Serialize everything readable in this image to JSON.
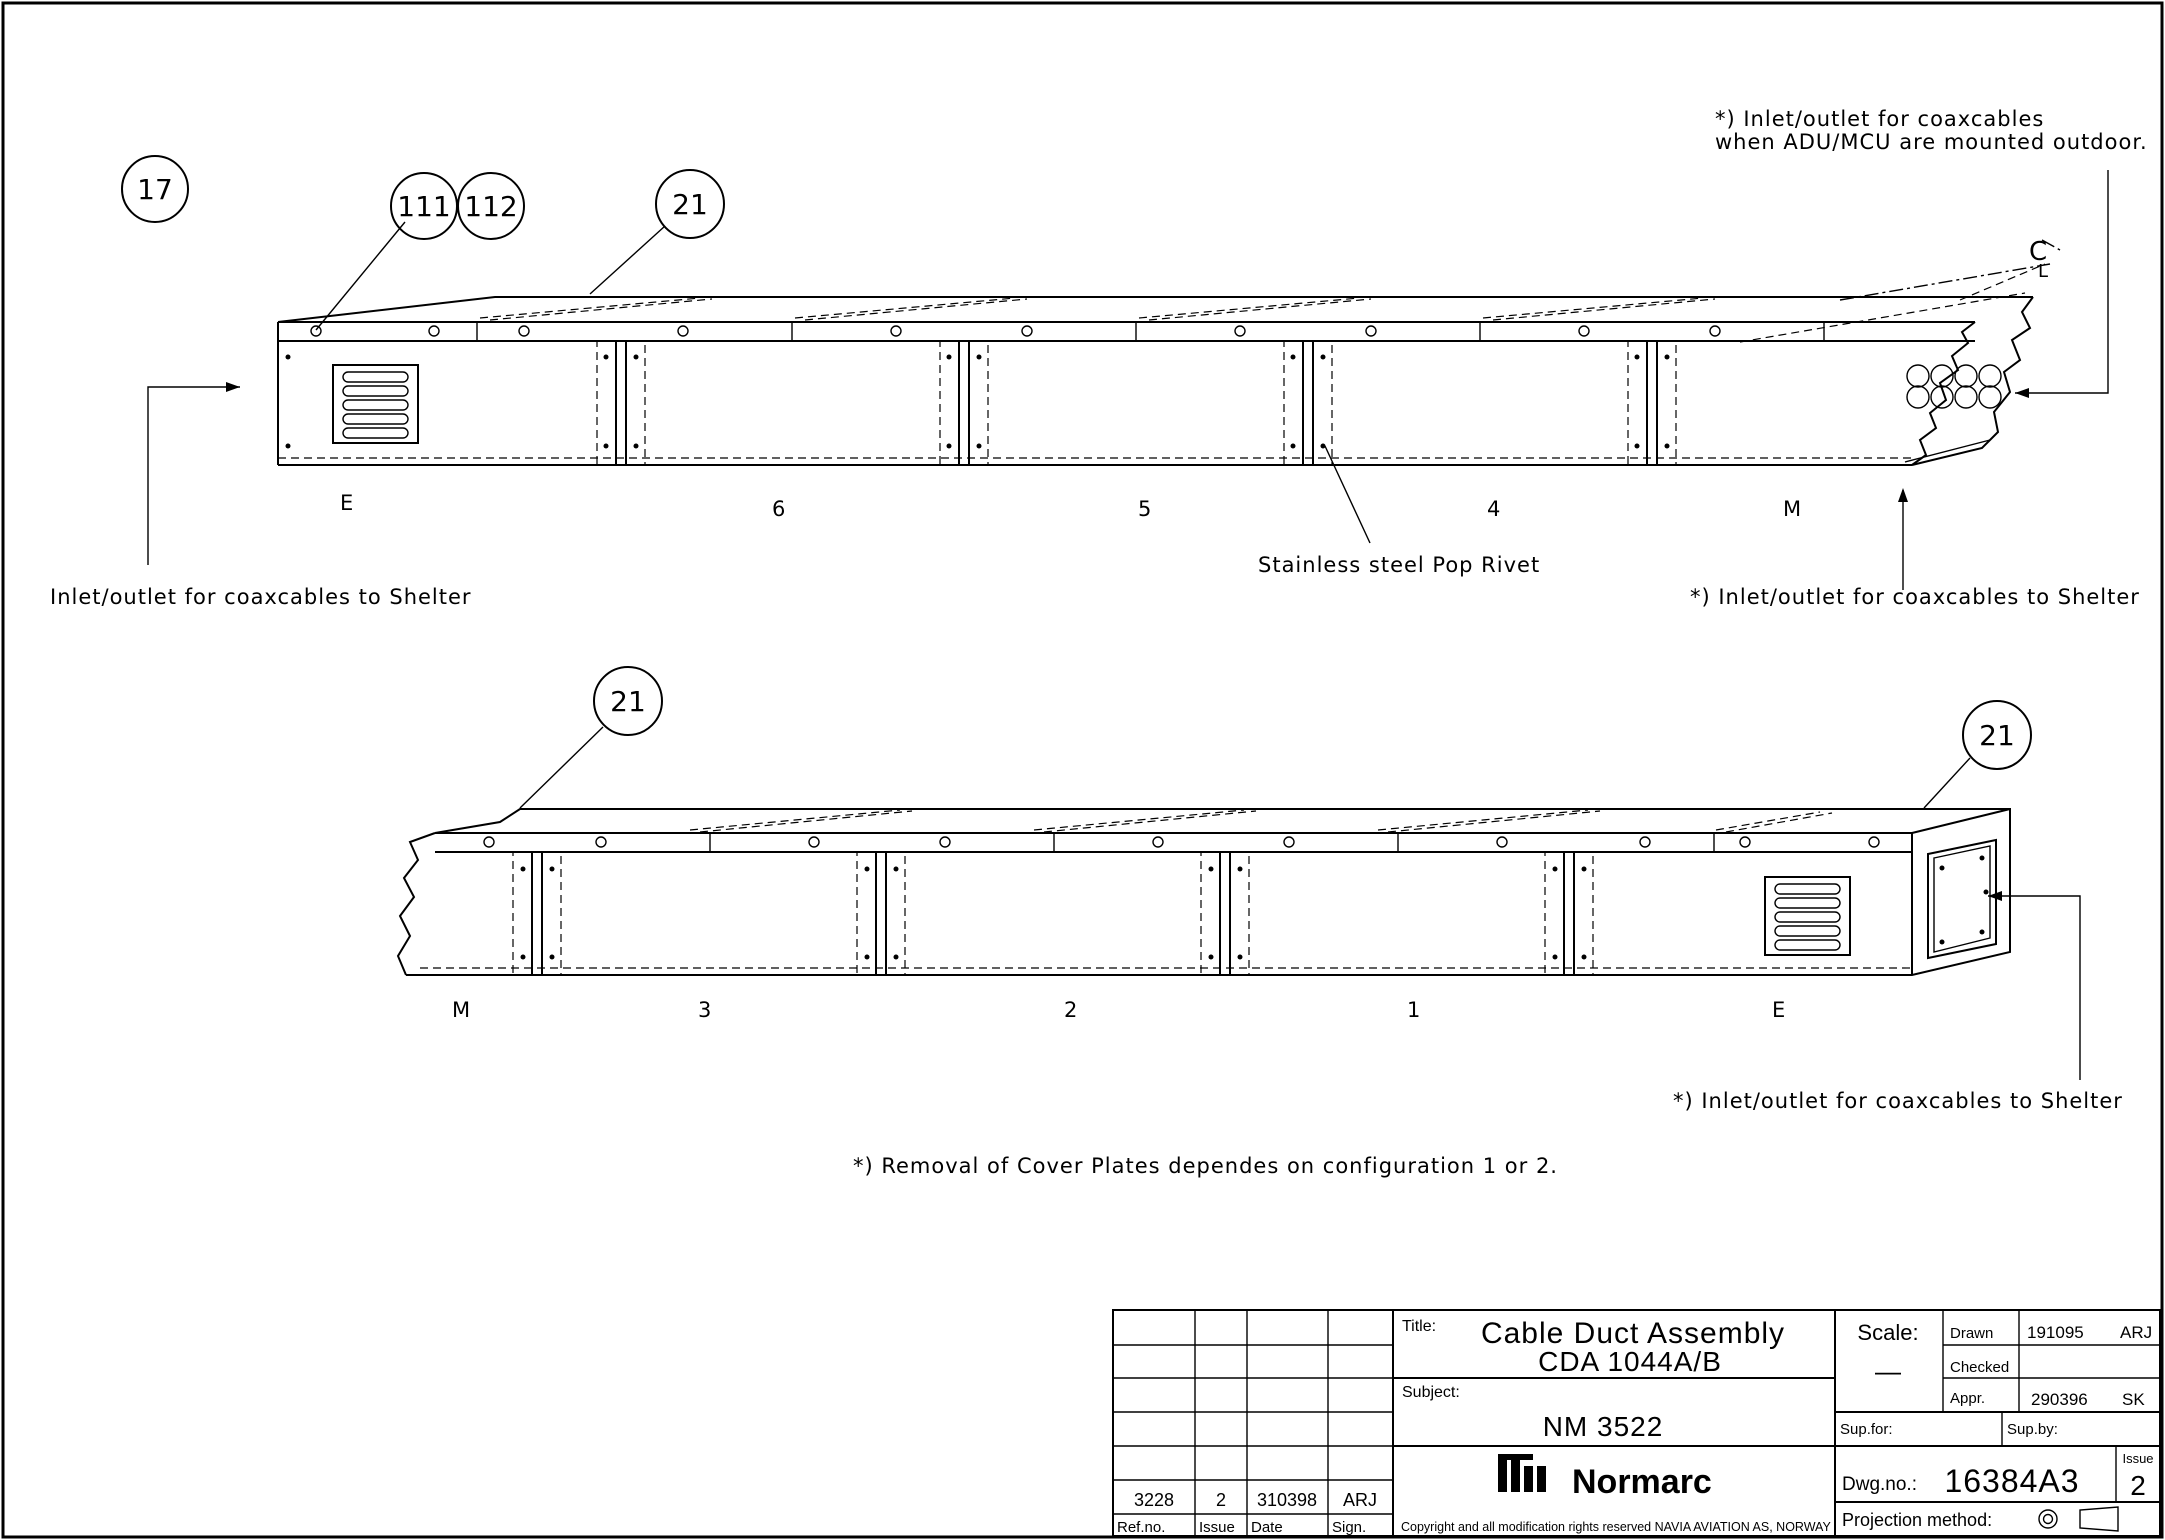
{
  "drawing": {
    "balloons": {
      "b17": "17",
      "b111": "111",
      "b112": "112",
      "b21_top": "21",
      "b21_mid_left": "21",
      "b21_mid_right": "21"
    },
    "notes": {
      "outdoor_line1": "*) Inlet/outlet for coaxcables",
      "outdoor_line2": "when ADU/MCU are mounted outdoor.",
      "inlet_left": "Inlet/outlet for coaxcables to Shelter",
      "inlet_right_top": "*) Inlet/outlet for coaxcables to Shelter",
      "inlet_right_bottom": "*) Inlet/outlet for coaxcables to Shelter",
      "pop_rivet": "Stainless steel Pop Rivet",
      "removal": "*) Removal of Cover Plates dependes on configuration 1 or 2.",
      "centerline": "C",
      "centerline_sub": "L"
    },
    "upper_sections": [
      "E",
      "6",
      "5",
      "4",
      "M"
    ],
    "lower_sections": [
      "M",
      "3",
      "2",
      "1",
      "E"
    ]
  },
  "title_block": {
    "revision": {
      "ref_no": "3228",
      "issue": "2",
      "date": "310398",
      "sign": "ARJ",
      "headers": {
        "ref_no": "Ref.no.",
        "issue": "Issue",
        "date": "Date",
        "sign": "Sign."
      }
    },
    "title_label": "Title:",
    "title_line1": "Cable Duct Assembly",
    "title_line2": "CDA 1044A/B",
    "subject_label": "Subject:",
    "subject": "NM 3522",
    "company": "Normarc",
    "copyright": "Copyright and all modification rights reserved NAVIA AVIATION AS, NORWAY",
    "scale_label": "Scale:",
    "scale_value": "—",
    "drawn_label": "Drawn",
    "drawn_date": "191095",
    "drawn_sign": "ARJ",
    "checked_label": "Checked",
    "appr_label": "Appr.",
    "appr_date": "290396",
    "appr_sign": "SK",
    "sup_for_label": "Sup.for:",
    "sup_by_label": "Sup.by:",
    "dwg_label": "Dwg.no.:",
    "dwg_no": "16384A3",
    "issue_label": "Issue",
    "issue_no": "2",
    "projection_label": "Projection method:"
  }
}
